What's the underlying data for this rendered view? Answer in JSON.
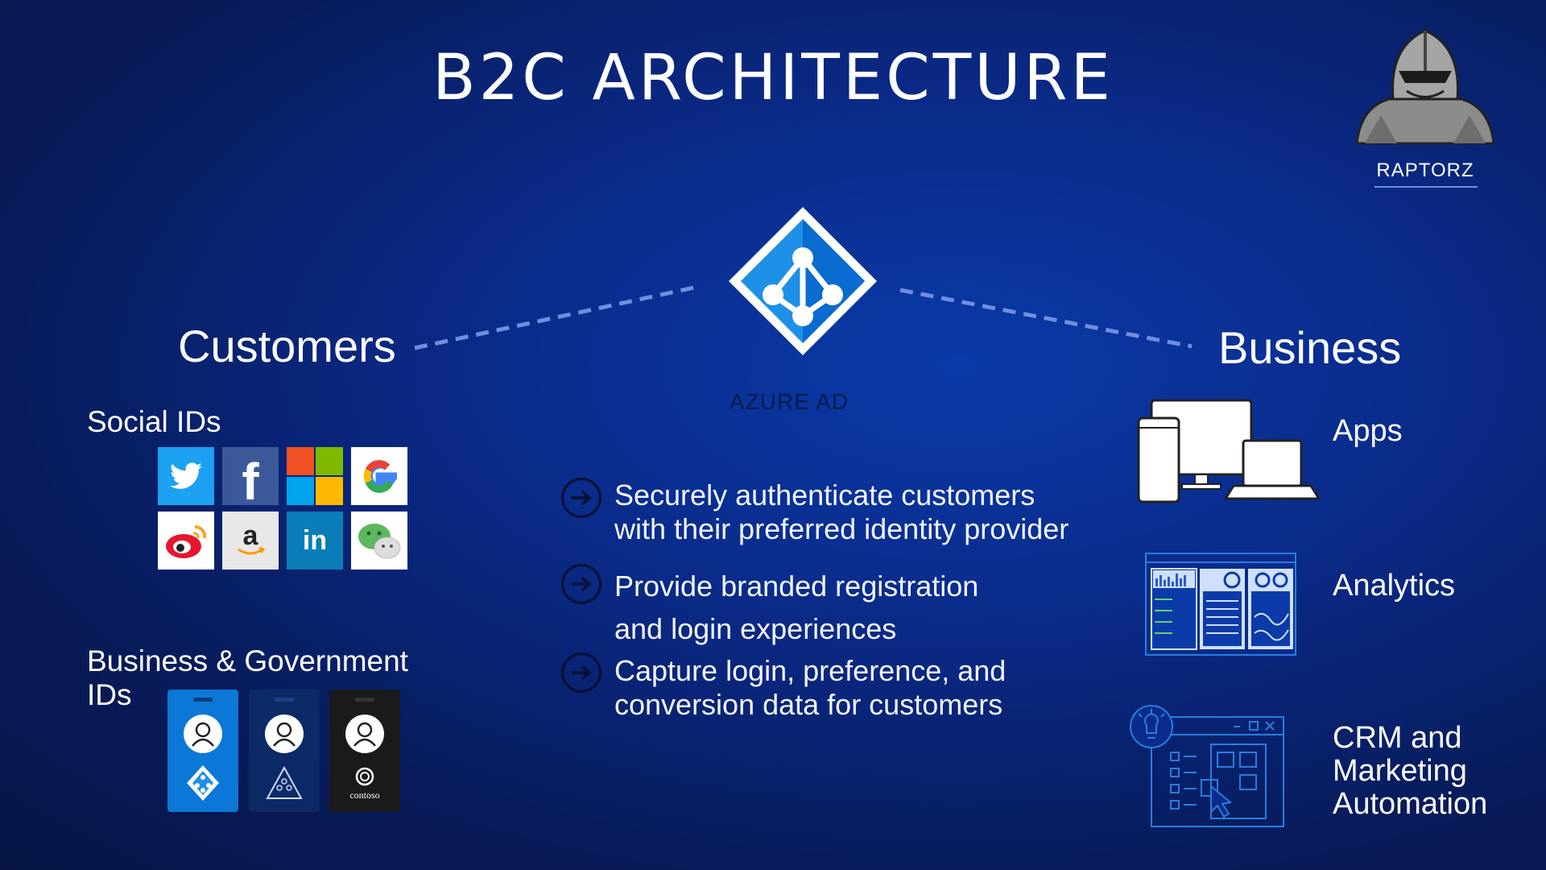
{
  "title": "B2C ARCHITECTURE",
  "logo": {
    "text": "RAPTORZ",
    "icon": "knight-helmet-icon"
  },
  "center": {
    "label": "AZURE AD",
    "icon": "azure-ad-diamond-icon"
  },
  "customers": {
    "heading": "Customers",
    "social_heading": "Social IDs",
    "social_providers": [
      "twitter-icon",
      "facebook-icon",
      "microsoft-icon",
      "google-icon",
      "weibo-icon",
      "amazon-icon",
      "linkedin-icon",
      "wechat-icon"
    ],
    "business_heading_line1": "Business & Government",
    "business_heading_line2": "IDs",
    "badge_contoso": "contoso"
  },
  "bullets": [
    {
      "line1": "Securely authenticate customers",
      "line2": "with their preferred identity provider"
    },
    {
      "line1": "Provide branded registration",
      "line2": "and login experiences"
    },
    {
      "line1": "Capture login, preference, and",
      "line2": "conversion data for customers"
    }
  ],
  "business": {
    "heading": "Business",
    "items": [
      {
        "label_line1": "Apps",
        "icon": "devices-icon"
      },
      {
        "label_line1": "Analytics",
        "icon": "dashboard-icon"
      },
      {
        "label_line1": "CRM and",
        "label_line2": "Marketing",
        "label_line3": "Automation",
        "icon": "crm-window-icon"
      }
    ]
  },
  "colors": {
    "dashed_line": "#6f8fe0",
    "azure_blue": "#1e90e8",
    "azure_dark": "#0a5bb8"
  }
}
